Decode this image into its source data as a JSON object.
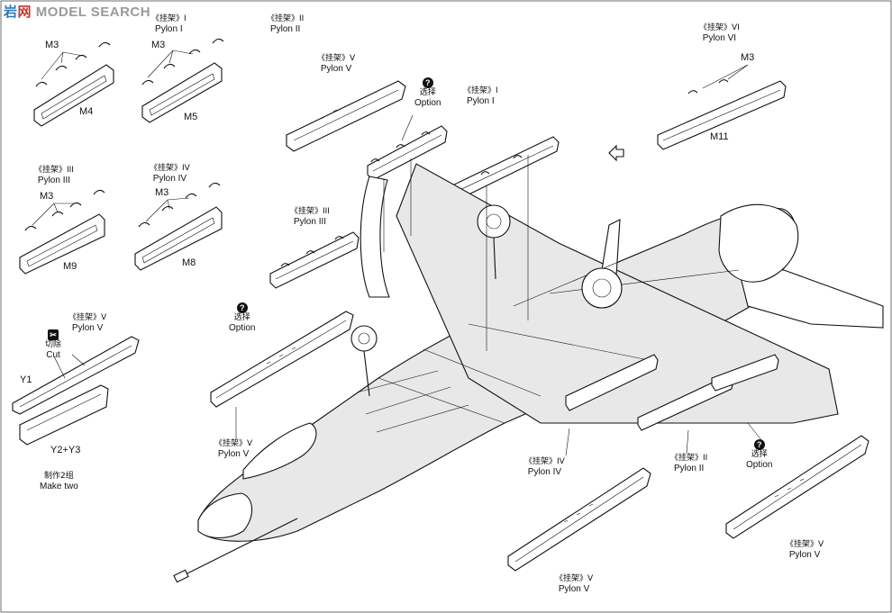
{
  "watermark": {
    "part_a": "岩",
    "part_b": "网",
    "part_c": "MODEL SEARCH"
  },
  "labels": {
    "pylon_1_topleft": {
      "cn": "《挂架》I",
      "en": "Pylon I"
    },
    "pylon_2_topleft": {
      "cn": "《挂架》II",
      "en": "Pylon II"
    },
    "pylon_3_left": {
      "cn": "《挂架》III",
      "en": "Pylon III"
    },
    "pylon_4_left": {
      "cn": "《挂架》IV",
      "en": "Pylon IV"
    },
    "pylon_5_cut": {
      "cn": "《挂架》V",
      "en": "Pylon V"
    },
    "pylon_5_top": {
      "cn": "《挂架》V",
      "en": "Pylon V"
    },
    "pylon_1_right": {
      "cn": "《挂架》I",
      "en": "Pylon I"
    },
    "pylon_6": {
      "cn": "《挂架》VI",
      "en": "Pylon VI"
    },
    "pylon_3_mid": {
      "cn": "《挂架》III",
      "en": "Pylon III"
    },
    "pylon_5_left": {
      "cn": "《挂架》V",
      "en": "Pylon V"
    },
    "pylon_4_bottom": {
      "cn": "《挂架》IV",
      "en": "Pylon IV"
    },
    "pylon_2_bottom": {
      "cn": "《挂架》II",
      "en": "Pylon II"
    },
    "pylon_5_bottom": {
      "cn": "《挂架》V",
      "en": "Pylon V"
    },
    "pylon_5_right": {
      "cn": "《挂架》V",
      "en": "Pylon V"
    },
    "option_top": {
      "cn": "选择",
      "en": "Option",
      "icon": "?"
    },
    "option_left": {
      "cn": "选择",
      "en": "Option",
      "icon": "?"
    },
    "option_right": {
      "cn": "选择",
      "en": "Option",
      "icon": "?"
    },
    "cut": {
      "cn": "切除",
      "en": "Cut"
    },
    "make_two": {
      "cn": "制作2组",
      "en": "Make two"
    }
  },
  "parts": {
    "m3_a": "M3",
    "m3_b": "M3",
    "m3_c": "M3",
    "m3_d": "M3",
    "m3_e": "M3",
    "m4": "M4",
    "m5": "M5",
    "m9": "M9",
    "m8": "M8",
    "m11": "M11",
    "y1": "Y1",
    "y2_y3": "Y2+Y3"
  }
}
